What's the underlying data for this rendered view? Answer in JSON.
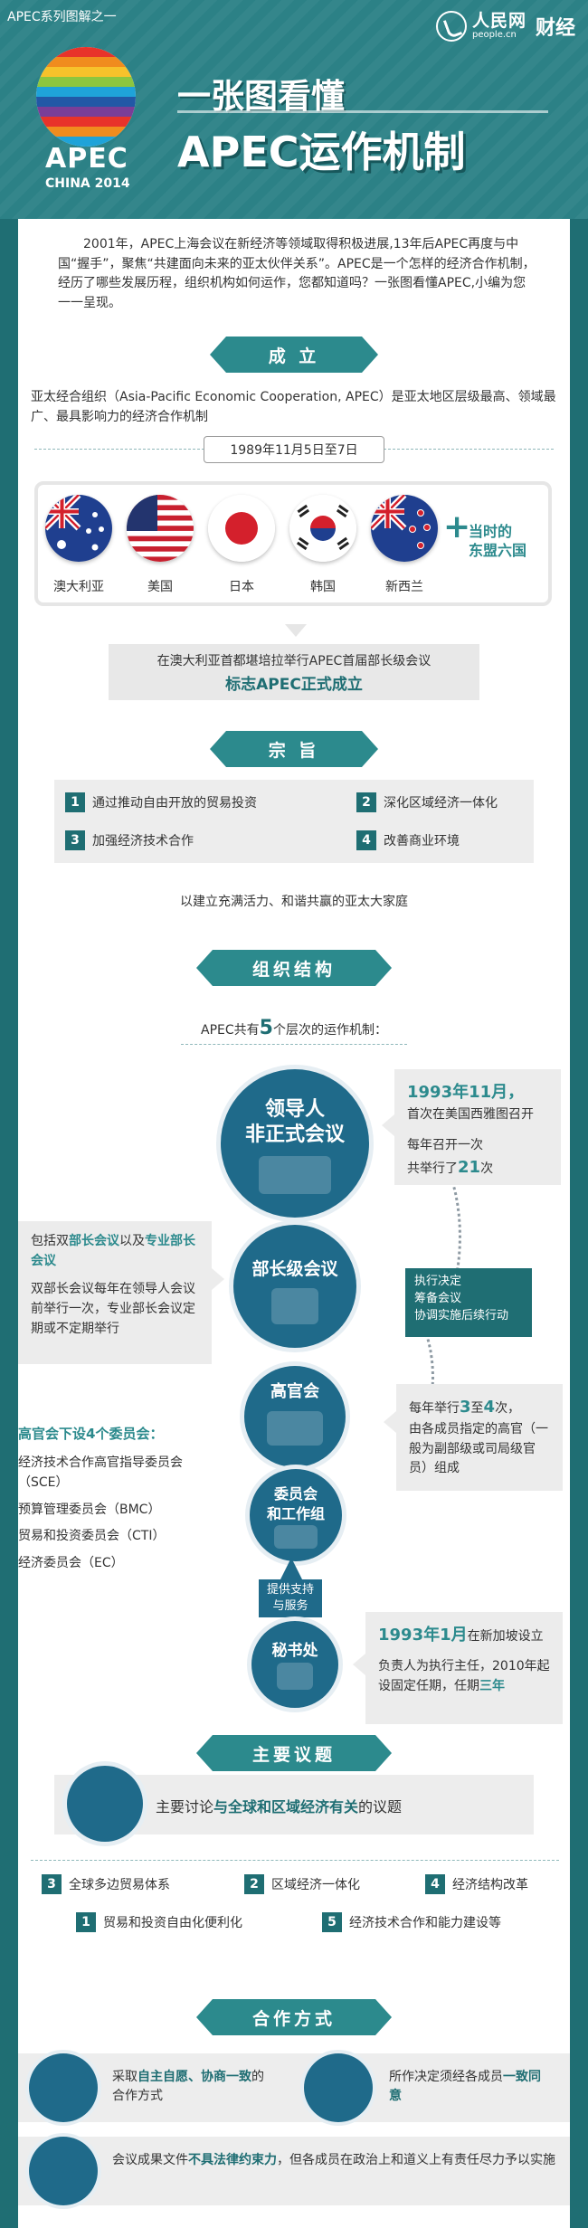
{
  "header": {
    "series_label": "APEC系列图解之一",
    "brand_name": "人民网",
    "brand_url": "people.cn",
    "brand_section": "财经",
    "logo_word": "APEC",
    "logo_sub": "CHINA 2014",
    "title_line1": "一张图看懂",
    "title_line2": "APEC运作机制",
    "logo_colors": [
      "#e8332a",
      "#f08c1e",
      "#f7c22b",
      "#8dc63f",
      "#1fa3d9",
      "#2258a6",
      "#7a3e98",
      "#e8332a",
      "#f08c1e",
      "#1fa3d9"
    ]
  },
  "intro": "2001年，APEC上海会议在新经济等领域取得积极进展,13年后APEC再度与中国“握手”，聚焦“共建面向未来的亚太伙伴关系”。APEC是一个怎样的经济合作机制，经历了哪些发展历程，组织机构如何运作，您都知道吗？一张图看懂APEC,小编为您一一呈现。",
  "founding": {
    "heading": "成 立",
    "description": "亚太经合组织（Asia-Pacific Economic Cooperation, APEC）是亚太地区层级最高、领域最广、最具影响力的经济合作机制",
    "date": "1989年11月5日至7日",
    "countries": [
      "澳大利亚",
      "美国",
      "日本",
      "韩国",
      "新西兰"
    ],
    "plus": "+",
    "asean_line1": "当时的",
    "asean_line2": "东盟六国",
    "event_line1": "在澳大利亚首都堪培拉举行APEC首届部长级会议",
    "event_line2": "标志APEC正式成立"
  },
  "aims": {
    "heading": "宗 旨",
    "items": [
      {
        "num": "1",
        "text": "通过推动自由开放的贸易投资"
      },
      {
        "num": "2",
        "text": "深化区域经济一体化"
      },
      {
        "num": "3",
        "text": "加强经济技术合作"
      },
      {
        "num": "4",
        "text": "改善商业环境"
      }
    ],
    "summary": "以建立充满活力、和谐共赢的亚太大家庭"
  },
  "org": {
    "heading": "组织结构",
    "intro_pre": "APEC共有",
    "intro_num": "5",
    "intro_post": "个层次的运作机制：",
    "leaders": {
      "label1": "领导人",
      "label2": "非正式会议",
      "date_hl": "1993年11月，",
      "first": "首次在美国西雅图召开",
      "freq": "每年召开一次",
      "count_pre": "共举行了",
      "count_num": "21",
      "count_post": "次"
    },
    "ministers": {
      "label": "部长级会议",
      "note_pre": "包括双",
      "note_hl1": "部长会议",
      "note_mid": "以及",
      "note_hl2": "专业部长会议",
      "detail": "双部长会议每年在领导人会议前举行一次，专业部长会议定期或不定期举行",
      "tasks": [
        "执行决定",
        "筹备会议",
        "协调实施后续行动"
      ]
    },
    "senior": {
      "label": "高官会",
      "freq_pre": "每年举行",
      "freq_a": "3",
      "freq_mid": "至",
      "freq_b": "4",
      "freq_post": "次，",
      "detail": "由各成员指定的高官（一般为副部级或司局级官员）组成",
      "committees_heading": "高官会下设4个委员会：",
      "committees": [
        "经济技术合作高官指导委员会（SCE）",
        "预算管理委员会（BMC）",
        "贸易和投资委员会（CTI）",
        "经济委员会（EC）"
      ]
    },
    "committees": {
      "label1": "委员会",
      "label2": "和工作组"
    },
    "support": {
      "line1": "提供支持",
      "line2": "与服务"
    },
    "secretariat": {
      "label": "秘书处",
      "date_hl": "1993年1月",
      "date_post": "在新加坡设立",
      "head_pre": "负责人为执行主任，2010年起设固定任期，任期",
      "head_hl": "三年"
    }
  },
  "topics": {
    "heading": "主要议题",
    "main_pre": "主要讨论",
    "main_hl": "与全球和区域经济有关",
    "main_post": "的议题",
    "items": [
      {
        "num": "3",
        "text": "全球多边贸易体系"
      },
      {
        "num": "2",
        "text": "区域经济一体化"
      },
      {
        "num": "4",
        "text": "经济结构改革"
      },
      {
        "num": "1",
        "text": "贸易和投资自由化便利化"
      },
      {
        "num": "5",
        "text": "经济技术合作和能力建设等"
      }
    ]
  },
  "cooperation": {
    "heading": "合作方式",
    "item1_pre": "采取",
    "item1_hl": "自主自愿、协商一致",
    "item1_post": "的合作方式",
    "item2_pre": "所作决定须经各成员",
    "item2_hl": "一致同意",
    "item3_pre": "会议成果文件",
    "item3_hl": "不具法律约束力",
    "item3_post": "，但各成员在政治上和道义上有责任尽力予以实施"
  }
}
